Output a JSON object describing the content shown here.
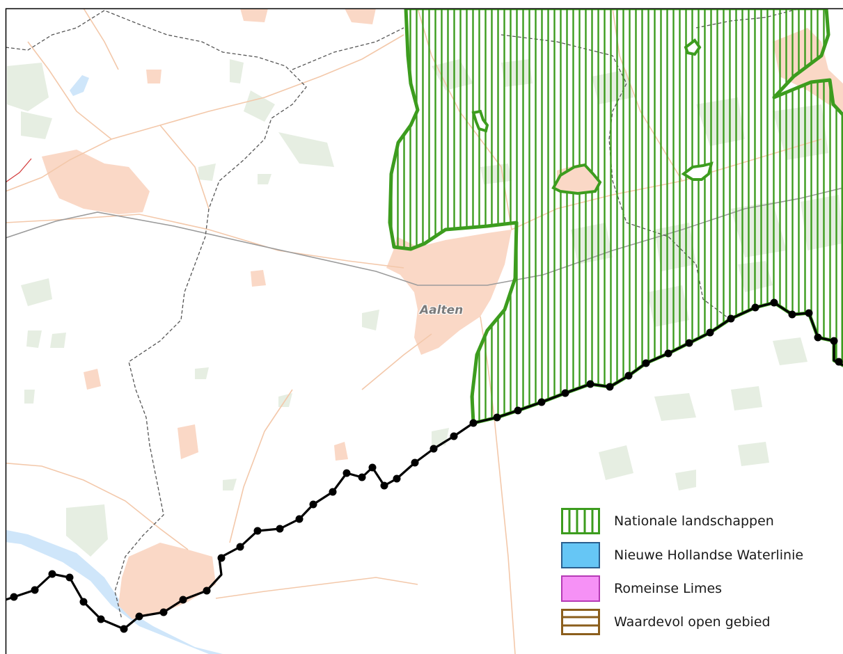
{
  "map": {
    "place_labels": [
      {
        "name": "Aalten"
      }
    ]
  },
  "legend": {
    "items": [
      {
        "label": "Nationale landschappen",
        "swatch": "green-vertical-hatch",
        "color": "#3c9c1e"
      },
      {
        "label": "Nieuwe Hollandse Waterlinie",
        "swatch": "solid-blue",
        "color": "#66c6f5",
        "border": "#2b5f8e"
      },
      {
        "label": "Romeinse Limes",
        "swatch": "solid-pink",
        "color": "#f691f6",
        "border": "#b53ab5"
      },
      {
        "label": "Waardevol open gebied",
        "swatch": "brown-horizontal-hatch",
        "color": "#8b5e1c"
      }
    ]
  },
  "colors": {
    "urban": "#fad8c6",
    "forest": "#e6eee2",
    "road": "#f3c8aa",
    "municipal_border": "#555555",
    "railway": "#9b9b9b",
    "national_border": "#000000",
    "nationaal_landschap": "#3c9c1e",
    "water": "#cfe6fa"
  }
}
